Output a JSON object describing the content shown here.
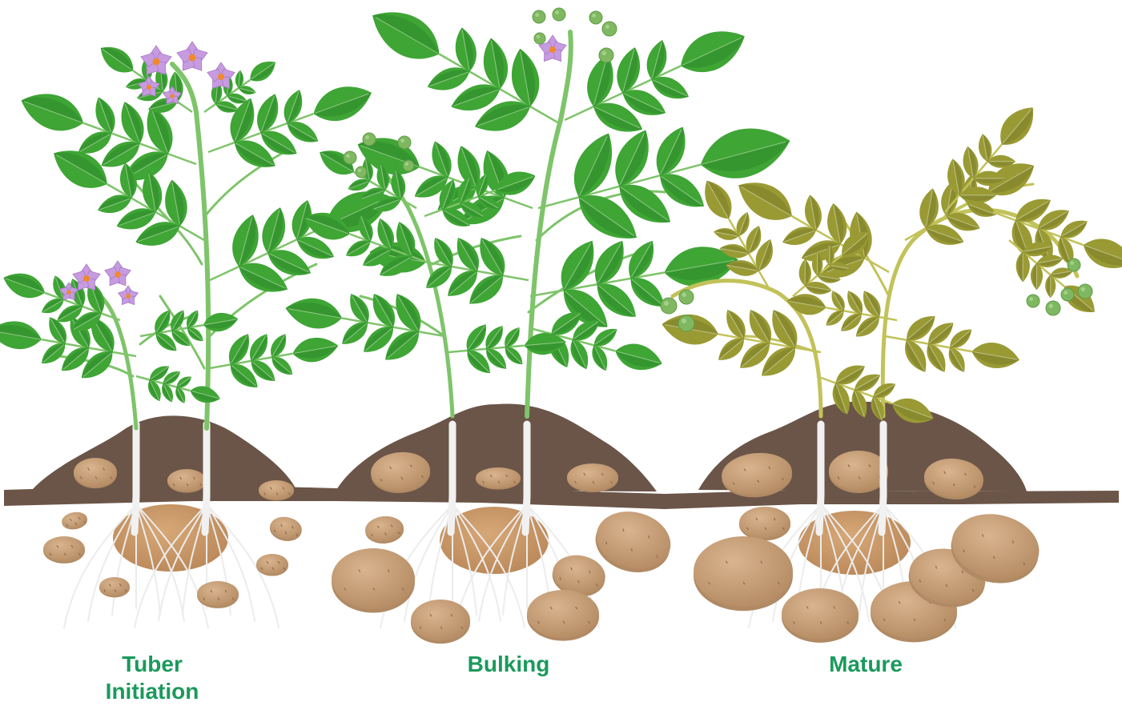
{
  "stages": [
    {
      "label": "Tuber\nInitiation"
    },
    {
      "label": "Bulking"
    },
    {
      "label": "Mature"
    }
  ],
  "colors": {
    "leaf_green": "#3fa535",
    "leaf_green_dark": "#2e8a2b",
    "leaf_mature": "#9a9a35",
    "leaf_mature_dark": "#7c7e28",
    "stem_green": "#7ec46a",
    "stem_mature": "#c2c25a",
    "soil": "#6b5548",
    "tuber": "#c9a27d",
    "tuber_shade": "#b08a64",
    "flower": "#c79be0",
    "flower_center": "#f08a2a",
    "berry": "#7fb860",
    "root": "#ececec",
    "label": "#1a9a5b"
  }
}
